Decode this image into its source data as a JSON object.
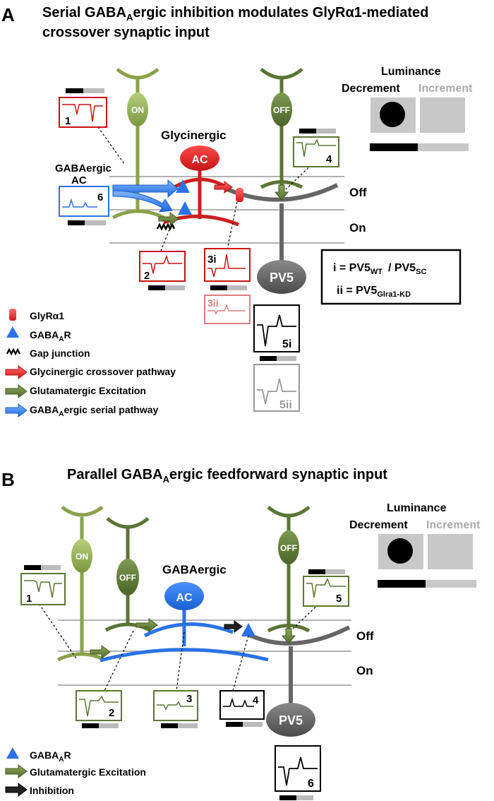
{
  "panelA": {
    "letter": "A",
    "title_l1_pre": "Serial GABA",
    "title_l1_sub": "A",
    "title_l1_post": "ergic inhibition modulates GlyRα1-mediated",
    "title_l2": "crossover synaptic input",
    "cell_on": "ON",
    "cell_off": "OFF",
    "glycinergic_label": "Glycinergic",
    "ac": "AC",
    "gabaergic_label_1": "GABAergic",
    "gabaergic_label_2": "AC",
    "pv5": "PV5",
    "off_layer": "Off",
    "on_layer": "On",
    "luminance": "Luminance",
    "decrement": "Decrement",
    "increment": "Increment",
    "traces": {
      "t1": "1",
      "t2": "2",
      "t3i": "3i",
      "t3ii": "3ii",
      "t4": "4",
      "t5i": "5i",
      "t5ii": "5ii",
      "t6": "6"
    },
    "def_i_pre": "i = PV5",
    "def_i_sub1": "WT",
    "def_i_mid": "/ PV5",
    "def_i_sub2": "SC",
    "def_ii_pre": "ii = PV5",
    "def_ii_sub": "Glra1-KD",
    "legend": {
      "glyr": "GlyRα1",
      "gabar_pre": "GABA",
      "gabar_sub": "A",
      "gabar_post": "R",
      "gap": "Gap junction",
      "gly_cross": "Glycinergic crossover pathway",
      "glut": "Glutamatergic Excitation",
      "gaba_serial_pre": "GABA",
      "gaba_serial_sub": "A",
      "gaba_serial_post": "ergic serial pathway"
    }
  },
  "panelB": {
    "letter": "B",
    "title_pre": "Parallel GABA",
    "title_sub": "A",
    "title_post": "ergic feedforward synaptic input",
    "cell_on": "ON",
    "cell_off": "OFF",
    "gabaergic_label": "GABAergic",
    "ac": "AC",
    "pv5": "PV5",
    "off_layer": "Off",
    "on_layer": "On",
    "luminance": "Luminance",
    "decrement": "Decrement",
    "increment": "Increment",
    "traces": {
      "t1": "1",
      "t2": "2",
      "t3": "3",
      "t4": "4",
      "t5": "5",
      "t6": "6"
    },
    "legend": {
      "gabar_pre": "GABA",
      "gabar_sub": "A",
      "gabar_post": "R",
      "glut": "Glutamatergic Excitation",
      "inhib": "Inhibition"
    }
  },
  "colors": {
    "on_cell": "#8aa24a",
    "off_cell": "#5b7535",
    "glycinergic": "#cc1f1f",
    "gabaergic": "#2b72e6",
    "pv5": "#666666",
    "inhibition": "#111111"
  }
}
